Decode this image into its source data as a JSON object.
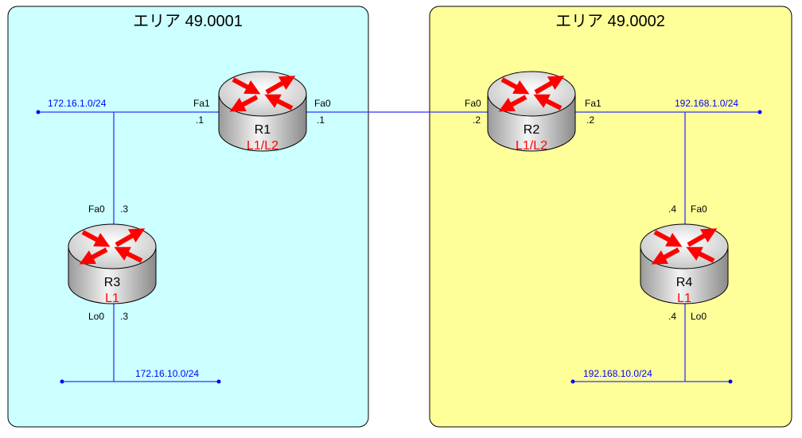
{
  "areas": [
    {
      "title": "エリア 49.0001",
      "color": "#ccffff"
    },
    {
      "title": "エリア 49.0002",
      "color": "#ffff99"
    }
  ],
  "routers": [
    {
      "name": "R1",
      "level": "L1/L2"
    },
    {
      "name": "R2",
      "level": "L1/L2"
    },
    {
      "name": "R3",
      "level": "L1"
    },
    {
      "name": "R4",
      "level": "L1"
    }
  ],
  "networks": [
    "172.16.1.0/24",
    "192.168.1.0/24",
    "172.16.10.0/24",
    "192.168.10.0/24"
  ],
  "interfaces": {
    "r1_fa1": "Fa1",
    "r1_fa1_ip": ".1",
    "r1_fa0": "Fa0",
    "r1_fa0_ip": ".1",
    "r2_fa0": "Fa0",
    "r2_fa0_ip": ".2",
    "r2_fa1": "Fa1",
    "r2_fa1_ip": ".2",
    "r3_fa0": "Fa0",
    "r3_fa0_ip": ".3",
    "r3_lo0": "Lo0",
    "r3_lo0_ip": ".3",
    "r4_fa0": "Fa0",
    "r4_fa0_ip": ".4",
    "r4_lo0": "Lo0",
    "r4_lo0_ip": ".4"
  },
  "colors": {
    "link": "#3333ff",
    "arrow": "#ff0000",
    "level": "#ff0000",
    "network": "#0000ff"
  }
}
